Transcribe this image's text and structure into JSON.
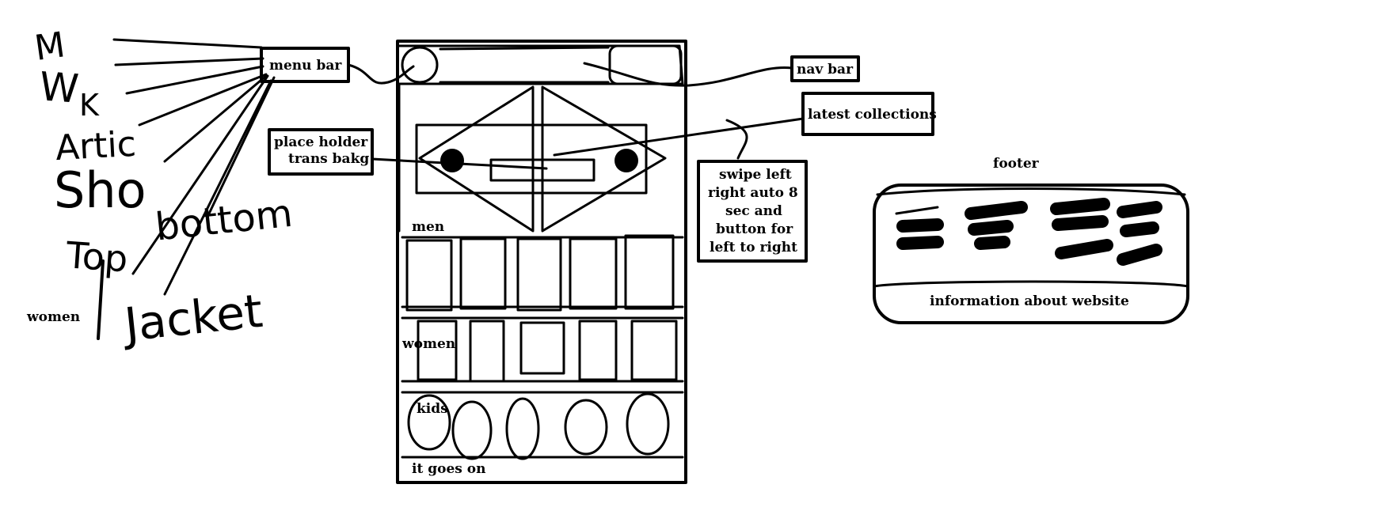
{
  "annotations": {
    "menu_bar": "menu bar",
    "nav_bar": "nav bar",
    "latest_collections": "latest collections",
    "placeholder": [
      "place holder",
      "trans bakg"
    ],
    "swipe_note": [
      "swipe left",
      "right auto 8",
      "sec and",
      "button for",
      "left to right"
    ],
    "footer": "footer",
    "footer_info": "information about website"
  },
  "menu_items": {
    "m": "M",
    "w": "W",
    "k": "K",
    "artic": "Artic",
    "sho": "Sho",
    "bottom": "bottom",
    "top": "Top",
    "women": "women",
    "jacket": "Jacket"
  },
  "sections": {
    "men": "men",
    "women": "women",
    "kids": "kids",
    "more": "it goes on"
  }
}
